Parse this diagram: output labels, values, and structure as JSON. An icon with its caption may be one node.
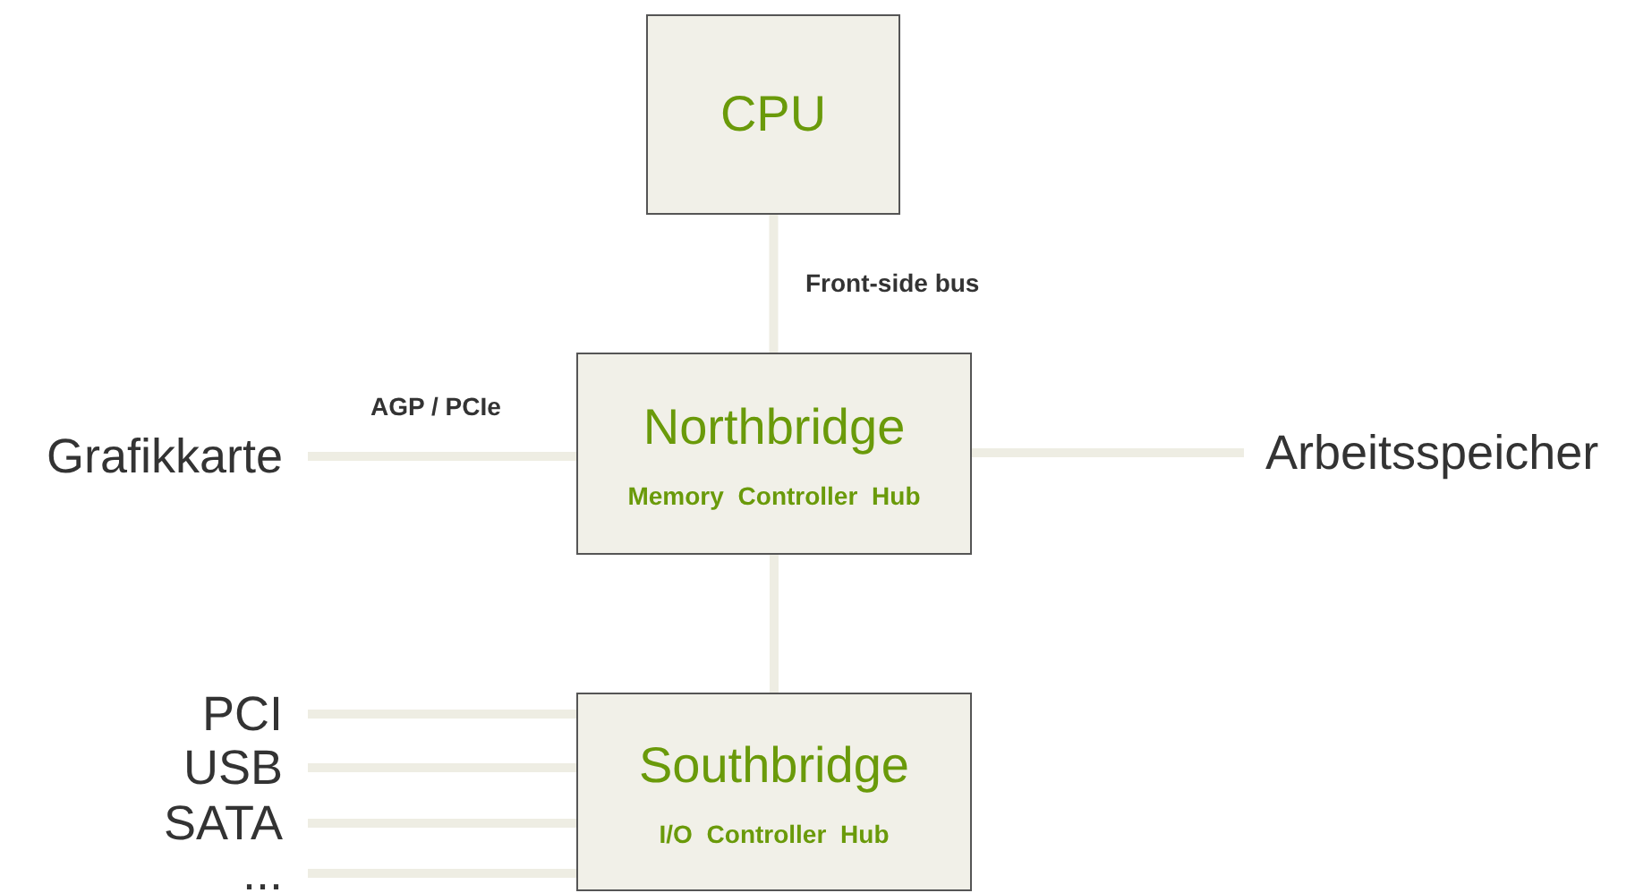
{
  "diagram": {
    "nodes": [
      {
        "text": [
          "CPU"
        ]
      },
      {
        "text": [
          "Northbridge",
          "Memory Controller Hub"
        ]
      },
      {
        "text": [
          "Grafikkarte"
        ]
      },
      {
        "text": [
          "Arbeitsspeicher"
        ]
      },
      {
        "text": [
          "Southbridge",
          "I/O Controller Hub"
        ]
      },
      {
        "text": [
          "PCI"
        ]
      },
      {
        "text": [
          "USB"
        ]
      },
      {
        "text": [
          "SATA"
        ]
      },
      {
        "text": [
          "..."
        ]
      }
    ],
    "edges": [
      {
        "from": 0,
        "to": 1,
        "arrow": "none",
        "label": "Front-side bus"
      },
      {
        "from": 2,
        "to": 1,
        "arrow": "none",
        "label": "AGP / PCIe"
      },
      {
        "from": 1,
        "to": 3,
        "arrow": "none"
      },
      {
        "from": 1,
        "to": 4,
        "arrow": "none"
      },
      {
        "from": 5,
        "to": 4,
        "arrow": "none"
      },
      {
        "from": 6,
        "to": 4,
        "arrow": "none"
      },
      {
        "from": 7,
        "to": 4,
        "arrow": "none"
      },
      {
        "from": 8,
        "to": 4,
        "arrow": "none"
      }
    ]
  }
}
